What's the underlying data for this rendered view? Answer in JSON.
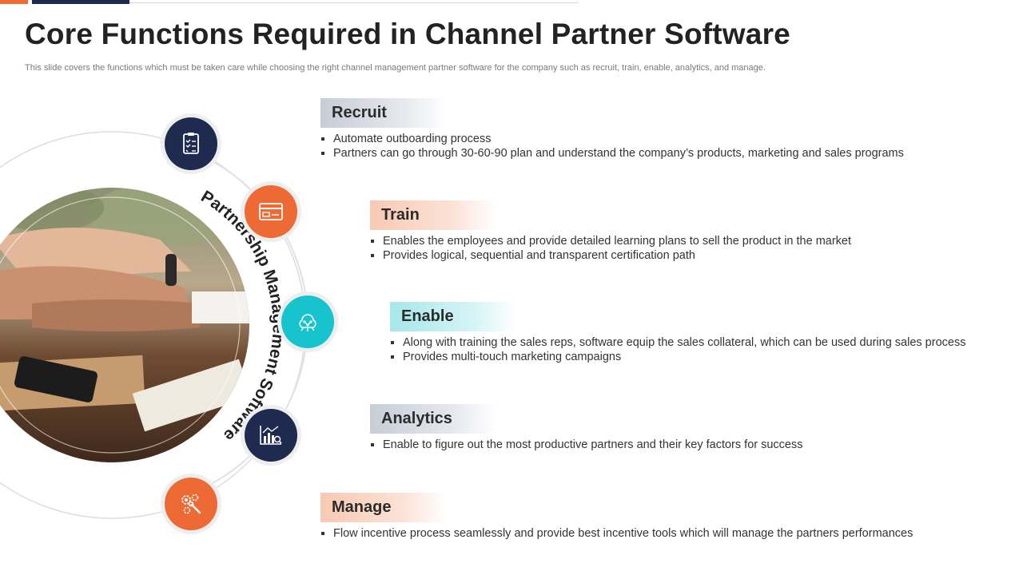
{
  "title": "Core Functions Required in Channel Partner Software",
  "subtitle": "This slide covers the functions which must be taken care while choosing the right channel management partner software for the company such as recruit, train, enable, analytics, and manage.",
  "graphic": {
    "arc_text": "Partnership Management Software",
    "icons": [
      "checklist-icon",
      "card-icon",
      "brain-network-icon",
      "bar-chart-icon",
      "gears-wrench-icon"
    ]
  },
  "colors": {
    "navy": "#1f2a4f",
    "orange": "#ee6a35",
    "teal": "#17c4cd"
  },
  "sections": [
    {
      "heading": "Recruit",
      "bullets": [
        "Automate outboarding process",
        "Partners can go through 30-60-90 plan and understand the company’s products, marketing and sales programs"
      ]
    },
    {
      "heading": "Train",
      "bullets": [
        "Enables the employees and provide detailed learning plans to sell the product in the market",
        "Provides logical, sequential and transparent certification path"
      ]
    },
    {
      "heading": "Enable",
      "bullets": [
        "Along with training the sales reps, software equip the sales collateral, which can be used during sales process",
        "Provides multi-touch marketing campaigns"
      ]
    },
    {
      "heading": "Analytics",
      "bullets": [
        "Enable to figure out the most productive partners and their key factors for success"
      ]
    },
    {
      "heading": "Manage",
      "bullets": [
        "Flow incentive process seamlessly and provide best incentive tools which will manage the partners performances"
      ]
    }
  ]
}
